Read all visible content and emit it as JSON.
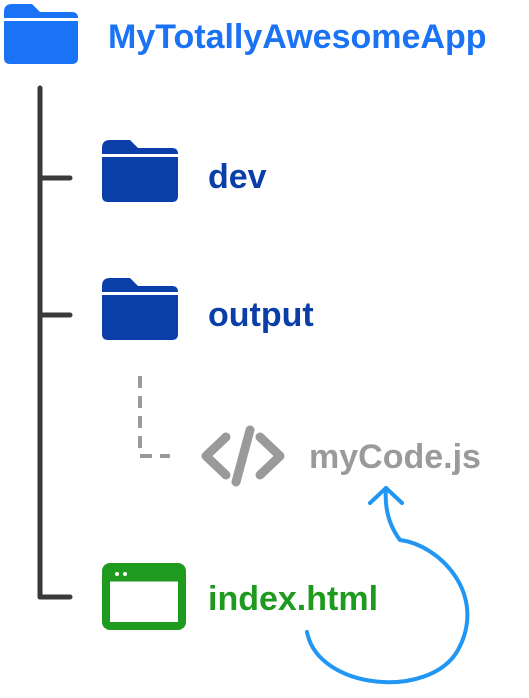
{
  "colors": {
    "root_folder": "#1a73f5",
    "sub_folder": "#0a3ea8",
    "tree_line": "#3a3a3a",
    "dashed": "#9a9a9a",
    "js_file": "#9a9a9a",
    "html_file": "#1e9a1e",
    "arrow": "#2196f3"
  },
  "tree": {
    "root": {
      "label": "MyTotallyAwesomeApp",
      "icon": "folder-icon"
    },
    "dev": {
      "label": "dev",
      "icon": "folder-icon"
    },
    "output": {
      "label": "output",
      "icon": "folder-icon",
      "children": [
        {
          "label": "myCode.js",
          "icon": "code-icon"
        }
      ]
    },
    "index": {
      "label": "index.html",
      "icon": "browser-window-icon"
    }
  },
  "relation": {
    "from": "index.html",
    "to": "myCode.js",
    "icon": "curved-arrow-icon"
  }
}
